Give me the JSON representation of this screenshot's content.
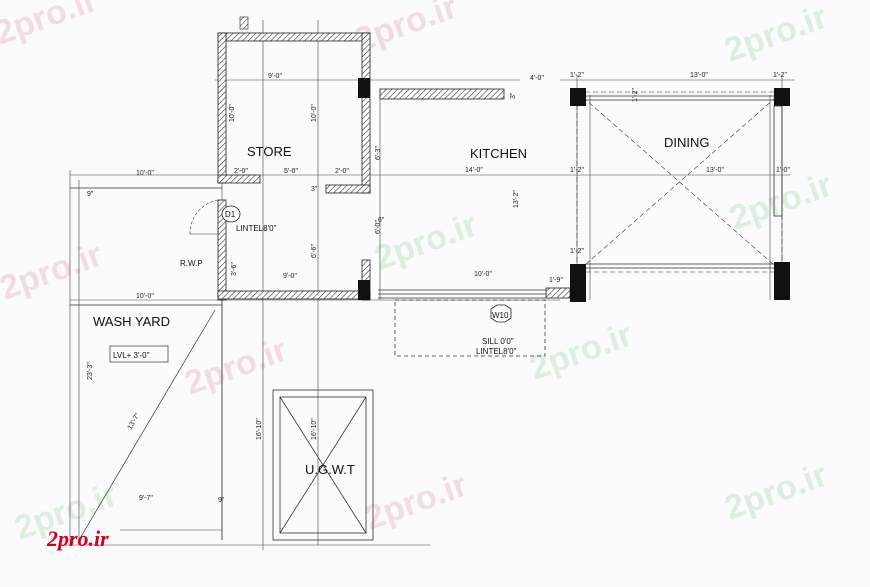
{
  "rooms": {
    "store": "STORE",
    "kitchen": "KITCHEN",
    "dining": "DINING",
    "wash_yard": "WASH YARD",
    "ugwt": "U.G.W.T"
  },
  "tags": {
    "door": "D1",
    "window": "W10",
    "rwp": "R.W.P"
  },
  "notes": {
    "door_lintel": "LINTEL8'0\"",
    "sill": "SILL 0'0\"",
    "window_lintel": "LINTEL8'0\"",
    "level": "LVL+ 3'-0\""
  },
  "dims": {
    "store_width": "9'-0\"",
    "store_height_left": "10'-0\"",
    "store_height_right": "10'-0\"",
    "store_sub_a": "2'-0\"",
    "store_sub_b": "5'-0\"",
    "store_sub_c": "2'-0\"",
    "store_bottom": "9'-0\"",
    "store_side_small": "3'-6\"",
    "store_side_mid": "6'-6\"",
    "kitchen_top": "4'-0\"",
    "kitchen_width": "14'-0\"",
    "kitchen_height": "13'-2\"",
    "kitchen_side_a": "6'-3\"",
    "kitchen_side_b": "6'-0\"",
    "kitchen_bottom": "10'-0\"",
    "kitchen_corner": "1'-9\"",
    "kitchen_small": "3\"",
    "dining_width_top": "13'-0\"",
    "dining_width_mid": "13'-0\"",
    "dining_col_tl": "1'-2\"",
    "dining_col_tr": "1'-2\"",
    "dining_col_ml": "1'-2\"",
    "dining_col_mr": "1'-0\"",
    "dining_col_bl": "1'-2\"",
    "dining_small": "1'-2\"",
    "wash_top": "10'-0\"",
    "wash_mid": "10'-0\"",
    "wash_height": "23'-3\"",
    "wash_diag": "13'-7\"",
    "wash_bottom": "9'-7\"",
    "wash_small": "9\"",
    "ugwt_left": "16'-10\"",
    "ugwt_right": "16'-10\"",
    "tiny_a": "9\"",
    "tiny_b": "3\"",
    "tiny_c": "6\""
  },
  "watermarks": {
    "text": "2pro.ir",
    "main": "2pro.ir"
  }
}
